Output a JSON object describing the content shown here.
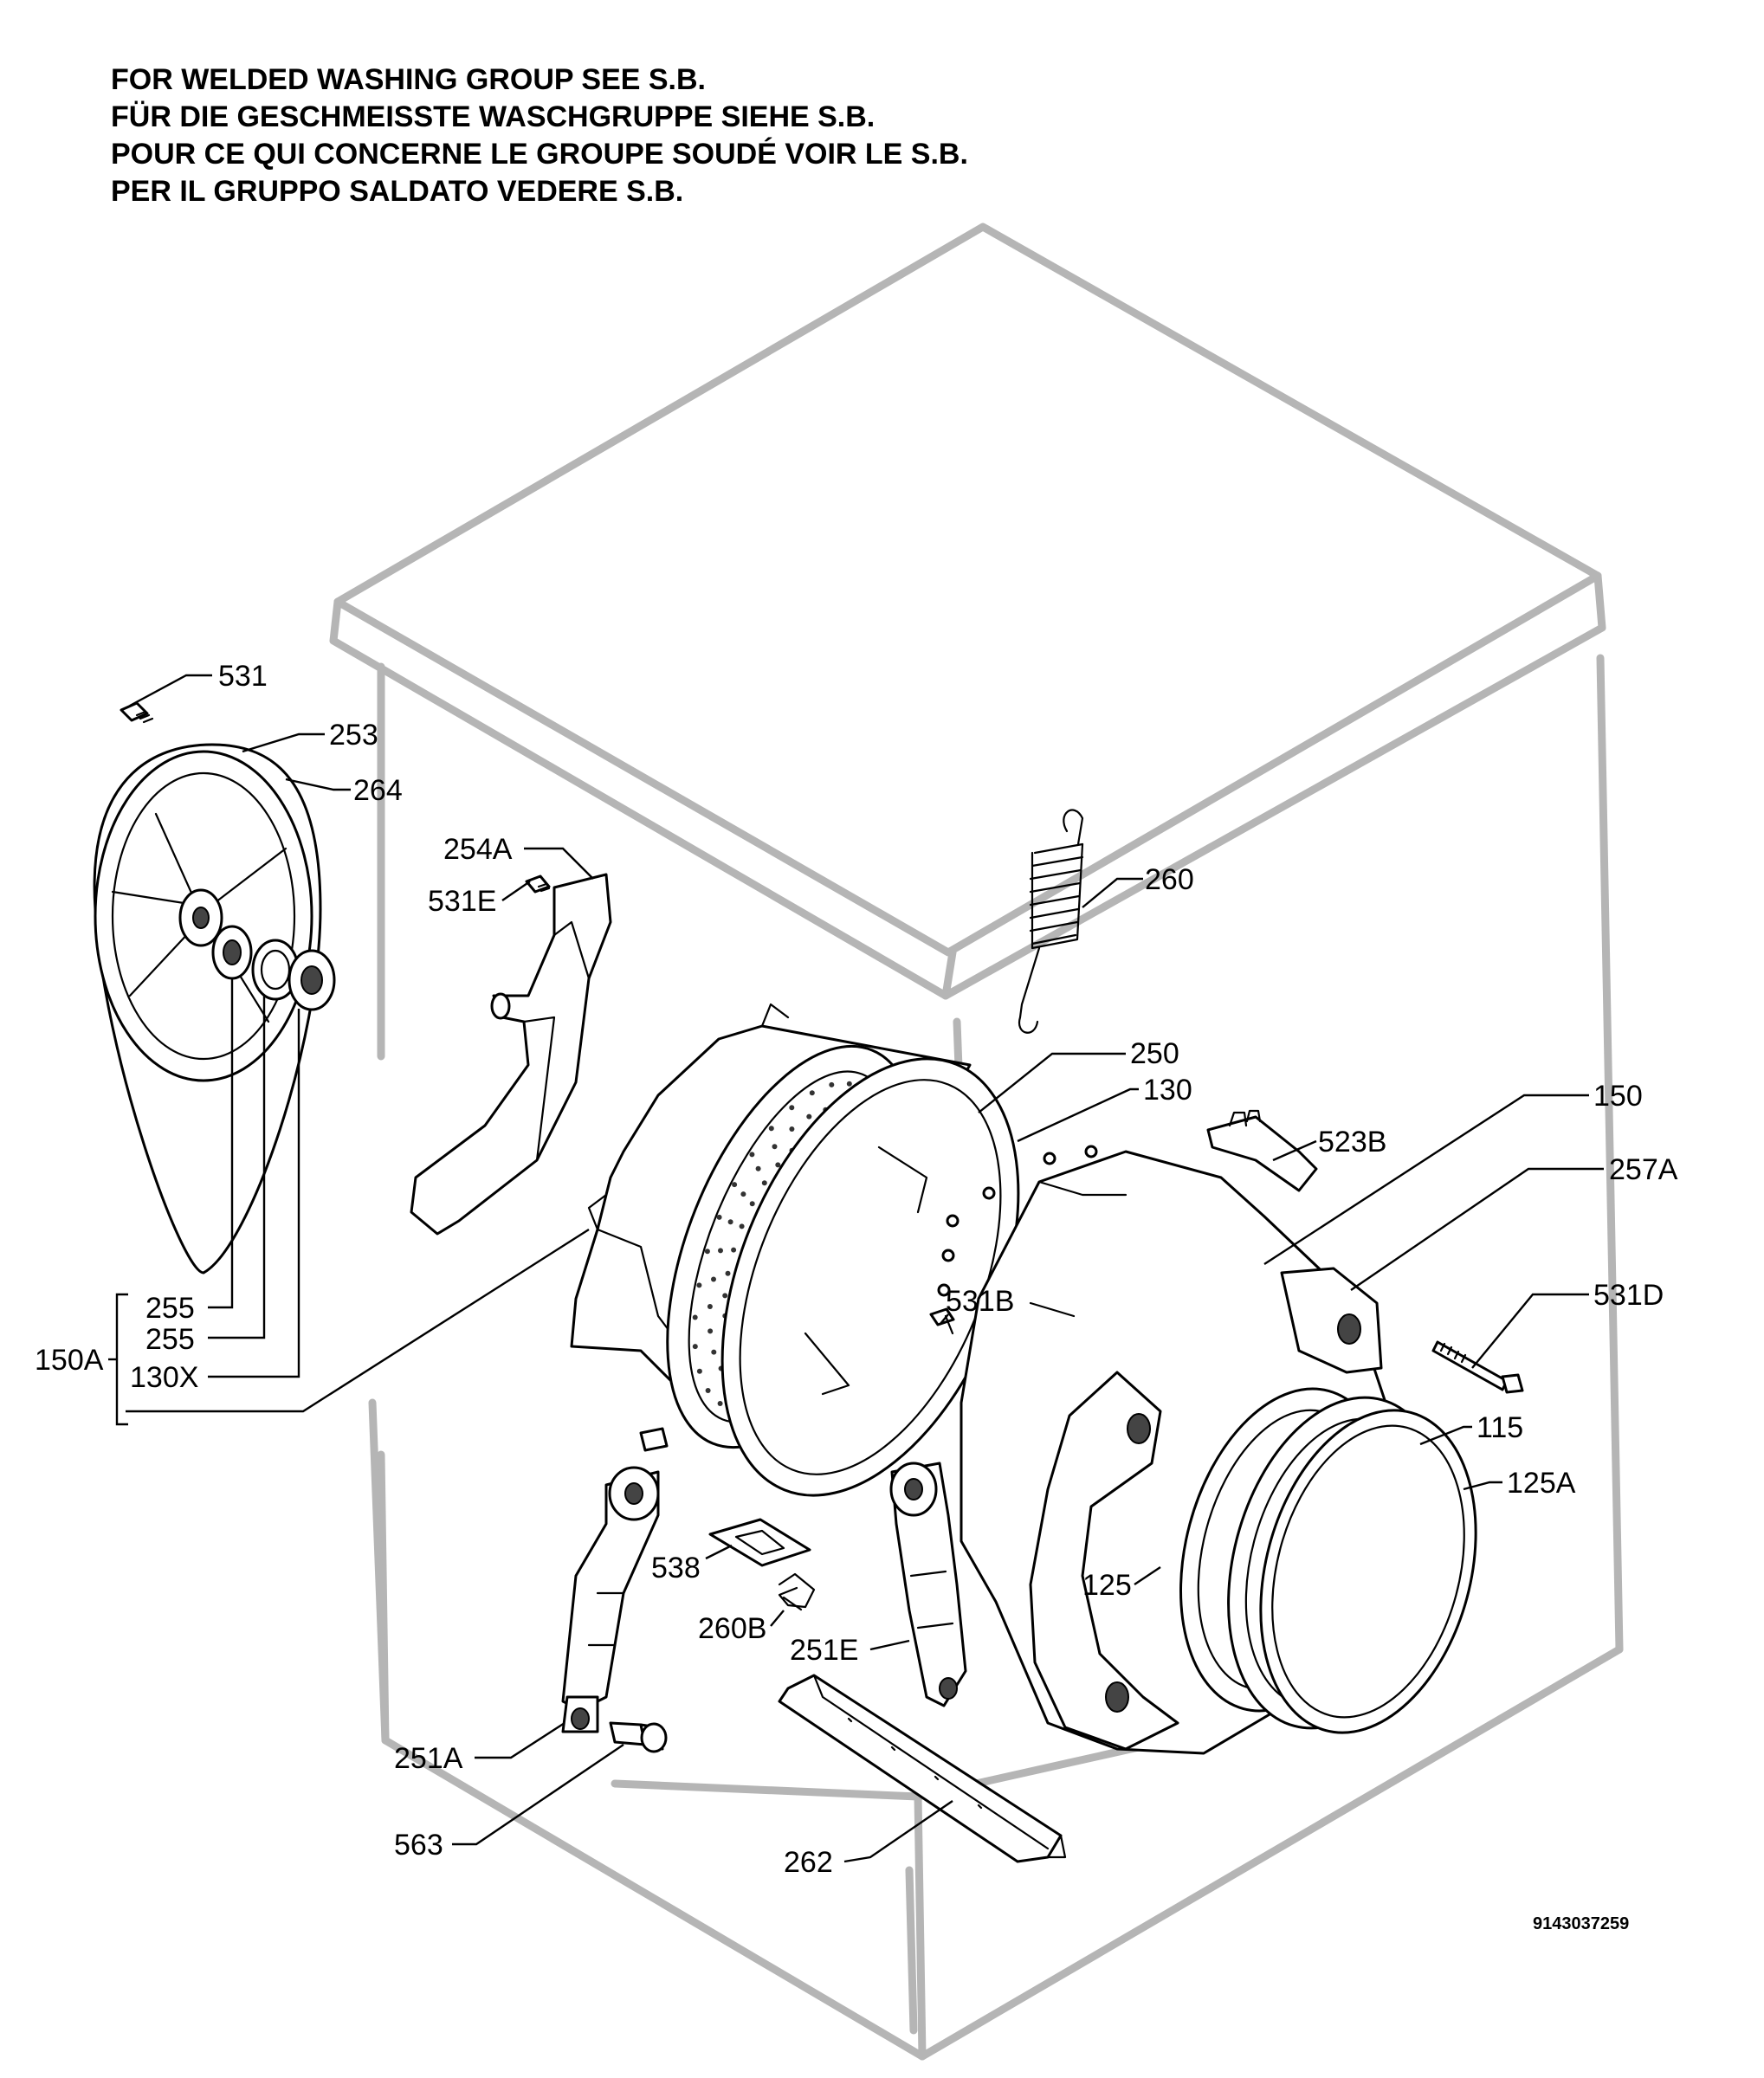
{
  "notes": [
    "FOR WELDED WASHING GROUP SEE S.B.",
    "FÜR DIE GESCHMEISSTE WASCHGRUPPE SIEHE S.B.",
    "POUR CE QUI CONCERNE LE GROUPE SOUDÉ VOIR LE S.B.",
    "PER IL GRUPPO SALDATO VEDERE S.B."
  ],
  "labels": {
    "l531": "531",
    "l253": "253",
    "l264": "264",
    "l254A": "254A",
    "l531E": "531E",
    "l260": "260",
    "l250": "250",
    "l130": "130",
    "l150": "150",
    "l523B": "523B",
    "l257A": "257A",
    "l531B": "531B",
    "l531D": "531D",
    "l255a": "255",
    "l255b": "255",
    "l150A": "150A",
    "l130X": "130X",
    "l115": "115",
    "l125A": "125A",
    "l538": "538",
    "l125": "125",
    "l260B": "260B",
    "l251E": "251E",
    "l251A": "251A",
    "l563": "563",
    "l262": "262"
  },
  "document_number": "9143037259"
}
